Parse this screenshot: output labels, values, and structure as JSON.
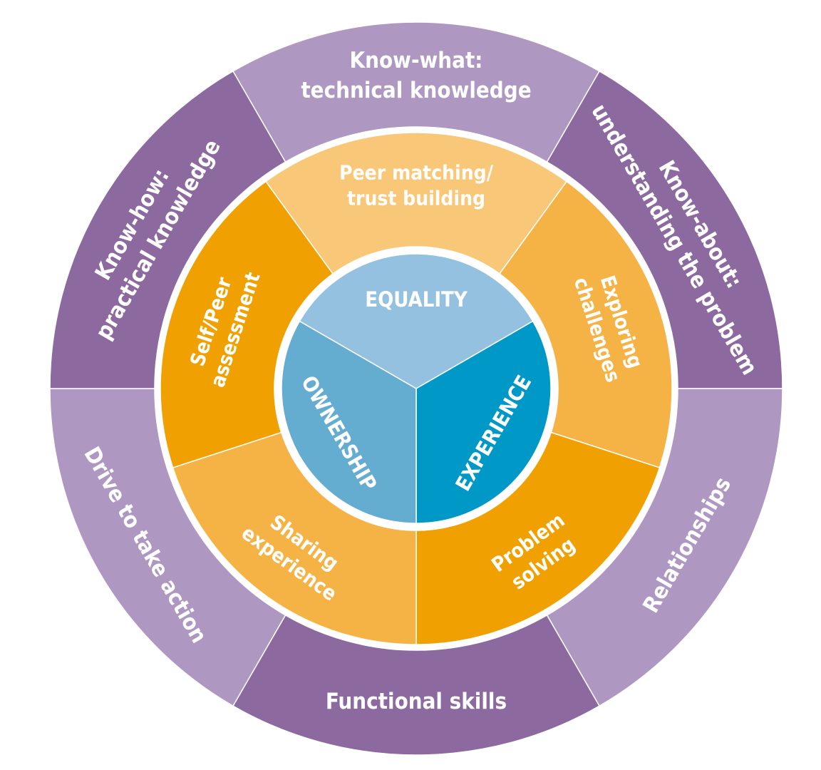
{
  "colors": {
    "outer_dark": "#8c6aa0",
    "outer_light": "#ae97c0",
    "middle_dark": "#f0a000",
    "middle_mid": "#f5b245",
    "middle_light": "#f8c777",
    "core_equality": "#94c1df",
    "core_ownership": "#64acd0",
    "core_experience": "#0098c6",
    "separator": "#ffffff"
  },
  "outer_ring": [
    {
      "lines": [
        "Know-what:",
        "technical knowledge"
      ],
      "color": "outer_light"
    },
    {
      "lines": [
        "Know-about:",
        "understanding the problem"
      ],
      "color": "outer_dark"
    },
    {
      "lines": [
        "Relationships"
      ],
      "color": "outer_light"
    },
    {
      "lines": [
        "Functional skills"
      ],
      "color": "outer_dark"
    },
    {
      "lines": [
        "Drive to take action"
      ],
      "color": "outer_light"
    },
    {
      "lines": [
        "Know-how:",
        "practical knowledge"
      ],
      "color": "outer_dark"
    }
  ],
  "middle_ring": [
    {
      "lines": [
        "Peer matching/",
        "trust building"
      ],
      "color": "middle_light"
    },
    {
      "lines": [
        "Exploring",
        "challenges"
      ],
      "color": "middle_mid"
    },
    {
      "lines": [
        "Problem",
        "solving"
      ],
      "color": "middle_dark"
    },
    {
      "lines": [
        "Sharing",
        "experience"
      ],
      "color": "middle_mid"
    },
    {
      "lines": [
        "Self/Peer",
        "assessment"
      ],
      "color": "middle_dark"
    }
  ],
  "core": [
    {
      "label": "EQUALITY",
      "color": "core_equality"
    },
    {
      "label": "EXPERIENCE",
      "color": "core_experience"
    },
    {
      "label": "OWNERSHIP",
      "color": "core_ownership"
    }
  ]
}
